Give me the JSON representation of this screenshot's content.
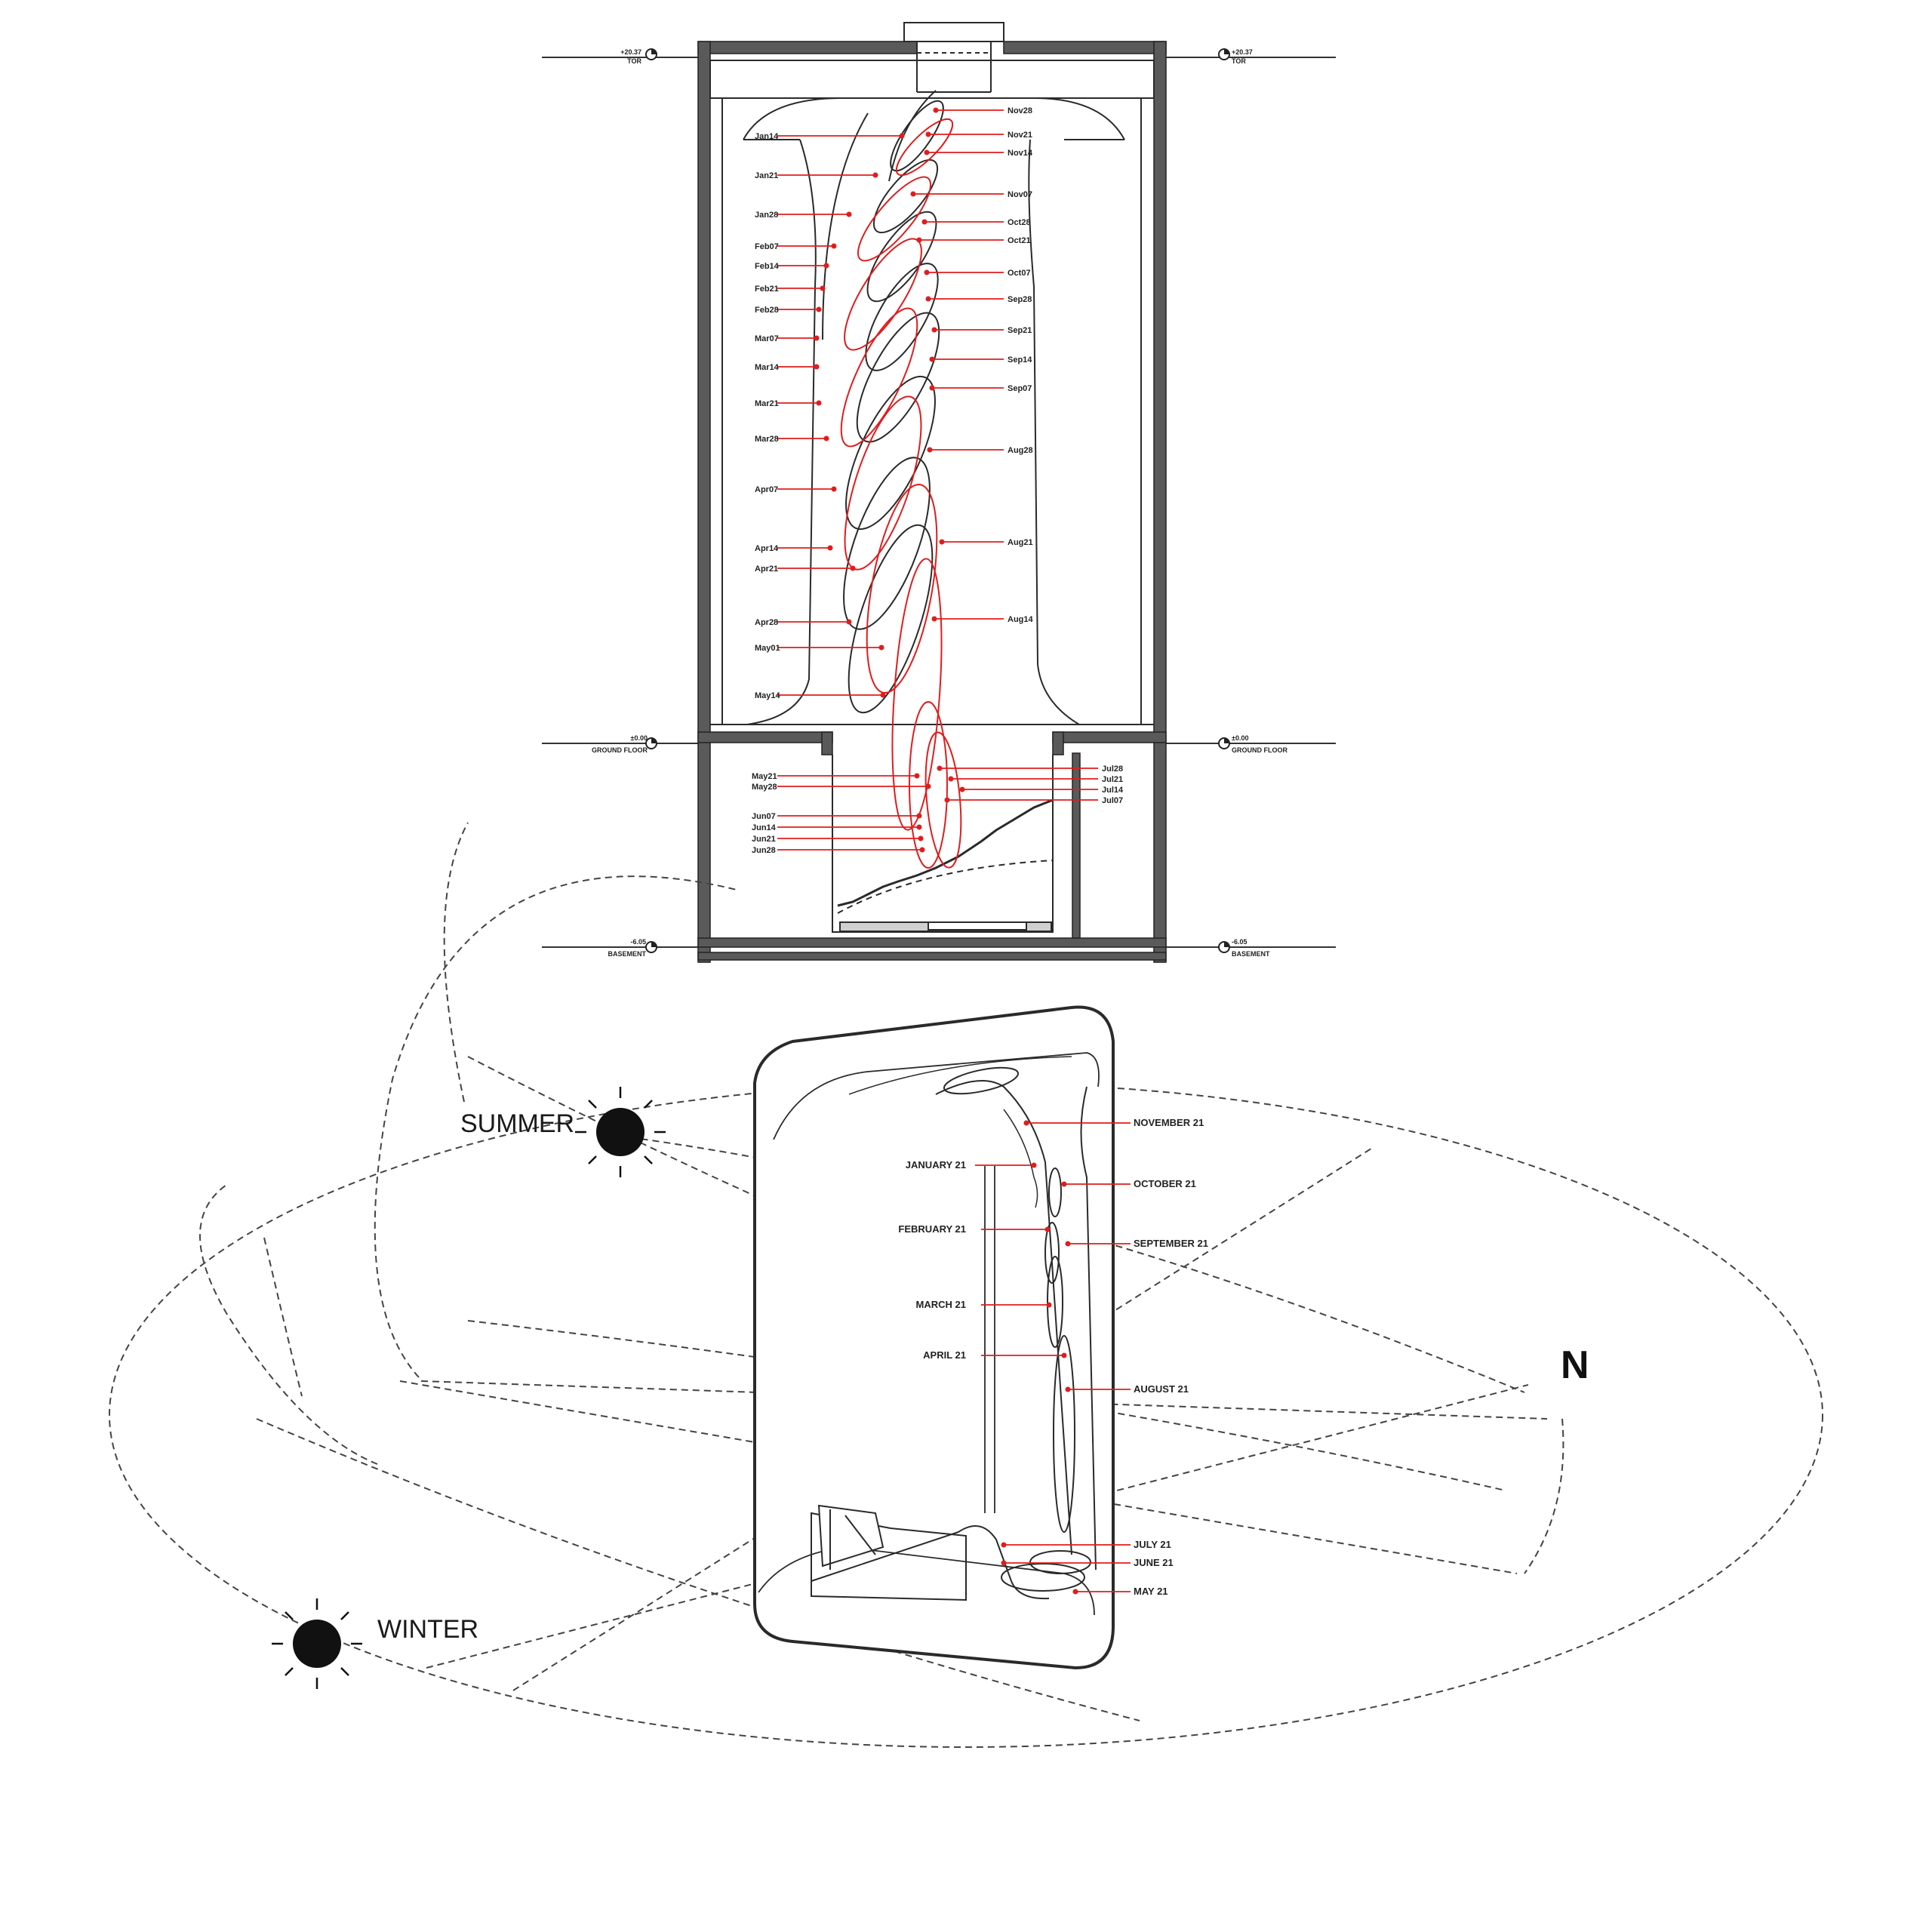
{
  "section": {
    "levels": [
      {
        "id": "top",
        "value": "+20.37",
        "name": "TOR"
      },
      {
        "id": "ground",
        "value": "±0.00",
        "name": "GROUND FLOOR"
      },
      {
        "id": "basement",
        "value": "-6.05",
        "name": "BASEMENT"
      }
    ],
    "left_labels": [
      "Jan14",
      "Jan21",
      "Jan28",
      "Feb07",
      "Feb14",
      "Feb21",
      "Feb28",
      "Mar07",
      "Mar14",
      "Mar21",
      "Mar28",
      "Apr07",
      "Apr14",
      "Apr21",
      "Apr28",
      "May01",
      "May14"
    ],
    "right_labels": [
      "Nov28",
      "Nov21",
      "Nov14",
      "Nov07",
      "Oct28",
      "Oct21",
      "Oct07",
      "Sep28",
      "Sep21",
      "Sep14",
      "Sep07",
      "Aug28",
      "Aug21",
      "Aug14"
    ],
    "basement_left": [
      "May21",
      "May28",
      "Jun07",
      "Jun14",
      "Jun21",
      "Jun28"
    ],
    "basement_right": [
      "Jul28",
      "Jul21",
      "Jul14",
      "Jul07"
    ]
  },
  "axon": {
    "summer": "SUMMER",
    "winter": "WINTER",
    "north": "N",
    "left_labels": [
      "JANUARY 21",
      "FEBRUARY 21",
      "MARCH 21",
      "APRIL 21"
    ],
    "right_labels": [
      "NOVEMBER 21",
      "OCTOBER 21",
      "SEPTEMBER 21",
      "AUGUST 21",
      "JULY 21",
      "JUNE 21",
      "MAY 21"
    ]
  },
  "colors": {
    "accent": "#e01d1d",
    "ink": "#2a2a2a",
    "wall": "#5a5a5a"
  }
}
